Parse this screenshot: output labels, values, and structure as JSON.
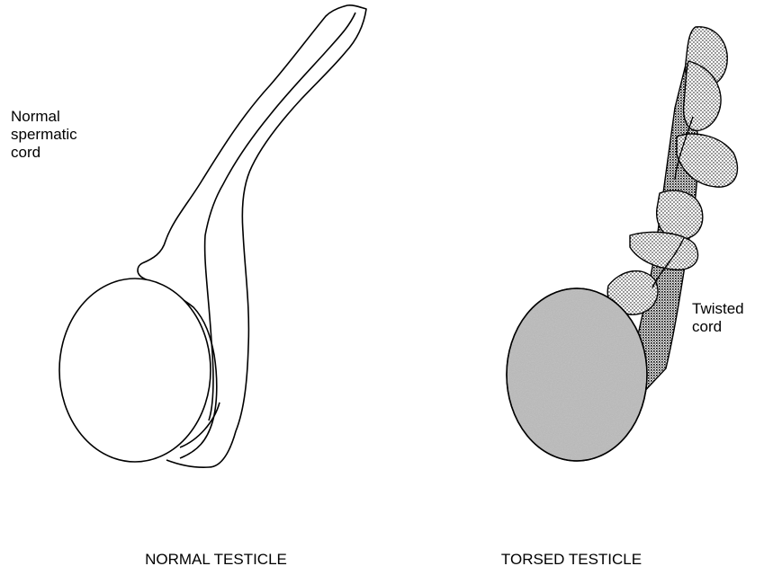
{
  "labels": {
    "normal_cord": "Normal\nspermatic\ncord",
    "twisted_cord": "Twisted\ncord"
  },
  "captions": {
    "normal": "NORMAL TESTICLE",
    "torsed": "TORSED TESTICLE"
  }
}
